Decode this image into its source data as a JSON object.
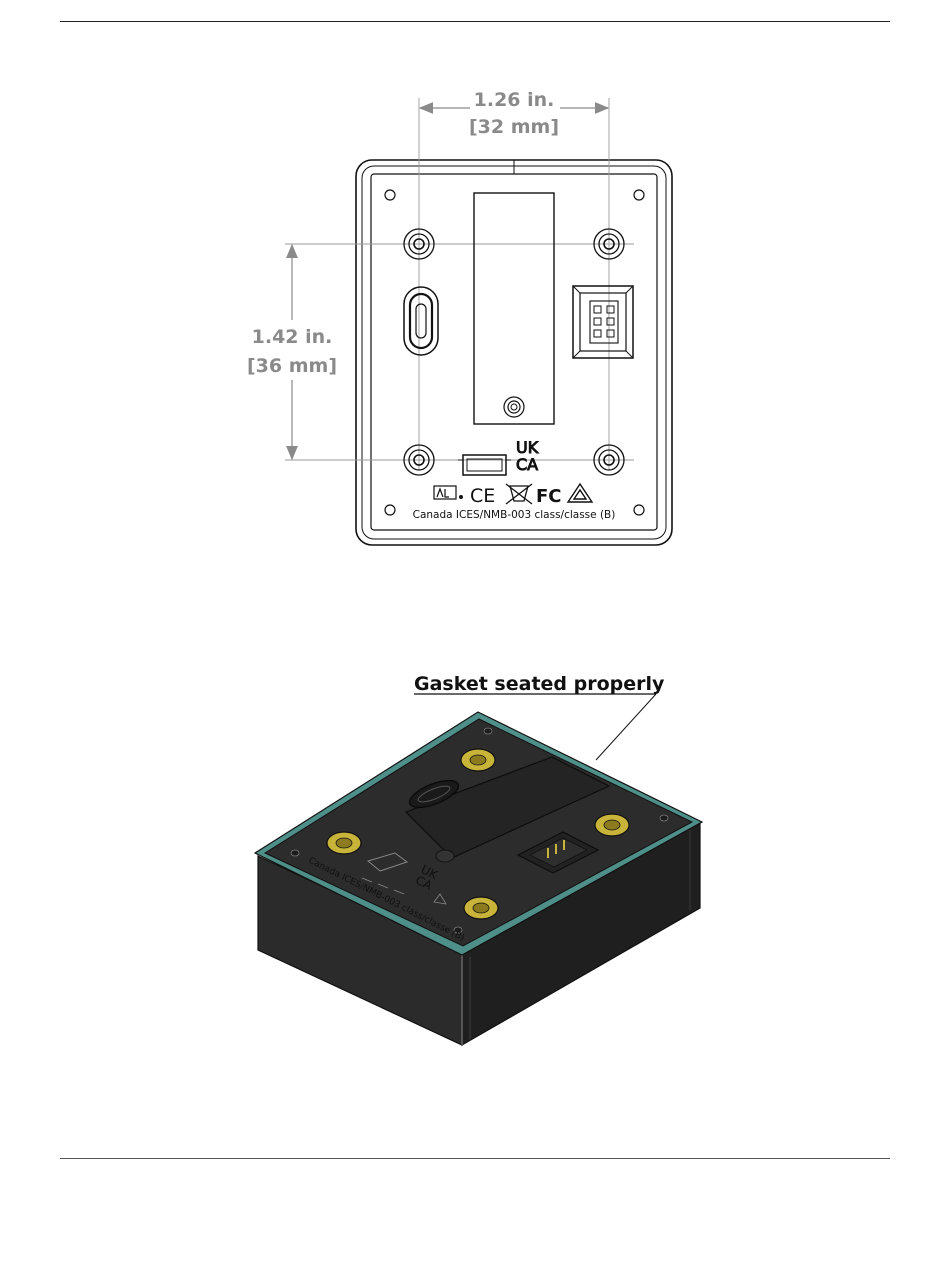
{
  "top_drawing": {
    "width_dimension": {
      "inches": "1.26 in.",
      "mm": "[32 mm]"
    },
    "height_dimension": {
      "inches": "1.42 in.",
      "mm": "[36 mm]"
    },
    "markings": {
      "ukca_line1": "UK",
      "ukca_line2": "CA",
      "ce": "CE",
      "fcc": "FC",
      "compliance_text": "Canada ICES/NMB-003 class/classe (B)"
    }
  },
  "iso_drawing": {
    "callout": "Gasket seated properly",
    "markings": {
      "ukca_line1": "UK",
      "ukca_line2": "CA",
      "compliance_text": "Canada ICES/NMB-003 class/classe (B)"
    }
  },
  "colors": {
    "gasket": "#4f8f8a",
    "screw_insert": "#c9b43a",
    "housing": "#2a2a2a",
    "dimension": "#8a8a8a"
  }
}
